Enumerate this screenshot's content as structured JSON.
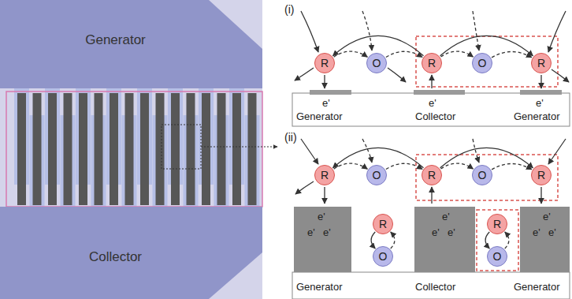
{
  "diagram": {
    "nodes": [
      {
        "text": [
          "Generator"
        ]
      },
      {
        "text": [
          "Collector"
        ]
      },
      {
        "text": [
          "R"
        ]
      },
      {
        "text": [
          "O"
        ]
      },
      {
        "text": [
          "R"
        ]
      },
      {
        "text": [
          "O"
        ]
      },
      {
        "text": [
          "R"
        ]
      },
      {
        "text": [
          "R"
        ]
      },
      {
        "text": [
          "O"
        ]
      },
      {
        "text": [
          "R"
        ]
      },
      {
        "text": [
          "O"
        ]
      },
      {
        "text": [
          "R"
        ]
      },
      {
        "text": [
          "R"
        ]
      },
      {
        "text": [
          "O"
        ]
      },
      {
        "text": [
          "R"
        ]
      },
      {
        "text": [
          "O"
        ]
      }
    ],
    "edges": [
      {
        "from": 2,
        "to": 3,
        "arrow": "to"
      },
      {
        "from": 3,
        "to": 4,
        "arrow": "to"
      },
      {
        "from": 4,
        "to": 5,
        "arrow": "to"
      },
      {
        "from": 5,
        "to": 6,
        "arrow": "to"
      },
      {
        "from": 4,
        "to": 2,
        "arrow": "to"
      },
      {
        "from": 4,
        "to": 6,
        "arrow": "to"
      },
      {
        "from": 7,
        "to": 8,
        "arrow": "to"
      },
      {
        "from": 8,
        "to": 9,
        "arrow": "to"
      },
      {
        "from": 9,
        "to": 10,
        "arrow": "to"
      },
      {
        "from": 10,
        "to": 11,
        "arrow": "to"
      },
      {
        "from": 9,
        "to": 7,
        "arrow": "to"
      },
      {
        "from": 9,
        "to": 11,
        "arrow": "to"
      },
      {
        "from": 12,
        "to": 13,
        "arrow": "to"
      },
      {
        "from": 13,
        "to": 12,
        "arrow": "to"
      },
      {
        "from": 14,
        "to": 15,
        "arrow": "to"
      },
      {
        "from": 15,
        "to": 14,
        "arrow": "to"
      }
    ],
    "labels": [
      "(i)",
      "e'",
      "e'",
      "e'",
      "Generator",
      "Collector",
      "Generator",
      "(ii)",
      "e'",
      "e'",
      "e'",
      "e'",
      "e'",
      "e'",
      "e'",
      "e'",
      "e'",
      "Generator",
      "Collector",
      "Generator"
    ]
  }
}
